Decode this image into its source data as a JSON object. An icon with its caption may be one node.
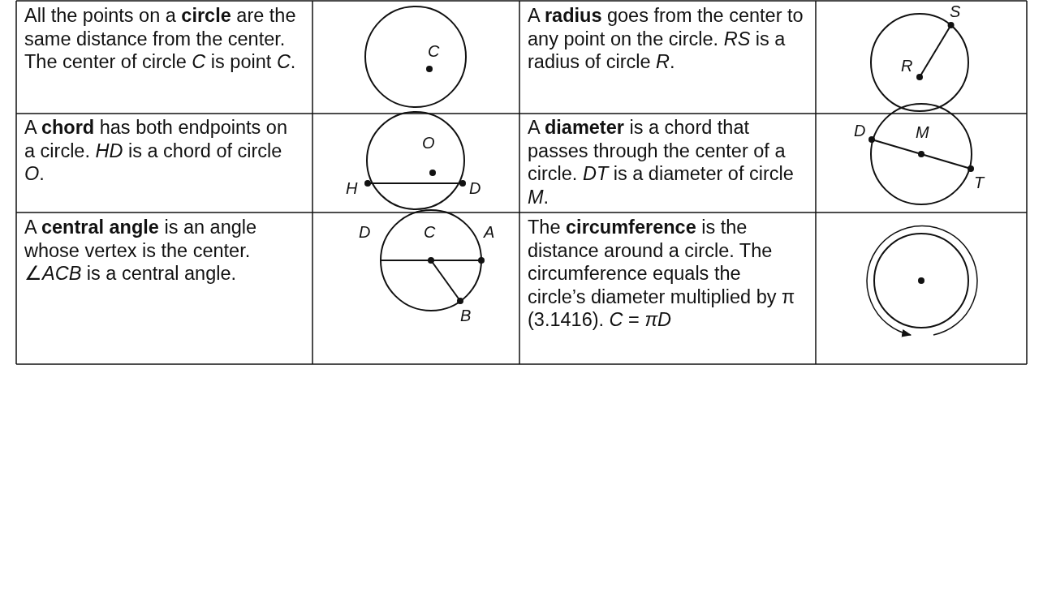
{
  "diagram": {
    "labels": [
      "All the points on a **circle** are the same distance from the center. The center of circle *C* is point *C*.",
      "C",
      "A **radius** goes from the center to any point on the circle. *RS* is a radius of circle *R*.",
      "S",
      "R",
      "A **chord** has both endpoints on a circle. *HD* is a chord of circle *O*.",
      "O",
      "H",
      "D",
      "A **diameter** is a chord that passes through the center of a circle. *DT* is a diameter of circle *M*.",
      "D",
      "M",
      "T",
      "A **central angle** is an angle whose vertex is the center. ∠*ACB* is a central angle.",
      "D",
      "C",
      "A",
      "B",
      "The **circumference** is the distance around a circle. The circumference equals the circle’s diameter multiplied by π (3.1416). *C* = *πD*"
    ]
  }
}
